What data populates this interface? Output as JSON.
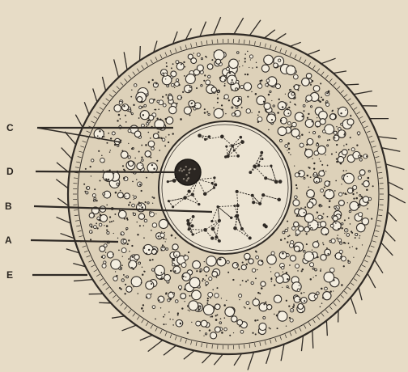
{
  "labels": [
    {
      "id": "C",
      "text": "C"
    },
    {
      "id": "D",
      "text": "D"
    },
    {
      "id": "B",
      "text": "B"
    },
    {
      "id": "A",
      "text": "A"
    },
    {
      "id": "E",
      "text": "E"
    }
  ],
  "colors": {
    "paper": "#e7dcc6",
    "ink": "#2f2a25",
    "granule_fill": "#f4eee0",
    "cytoplasm_tint": "#ddd1b9",
    "nucleus_tint": "#ece4d3"
  }
}
